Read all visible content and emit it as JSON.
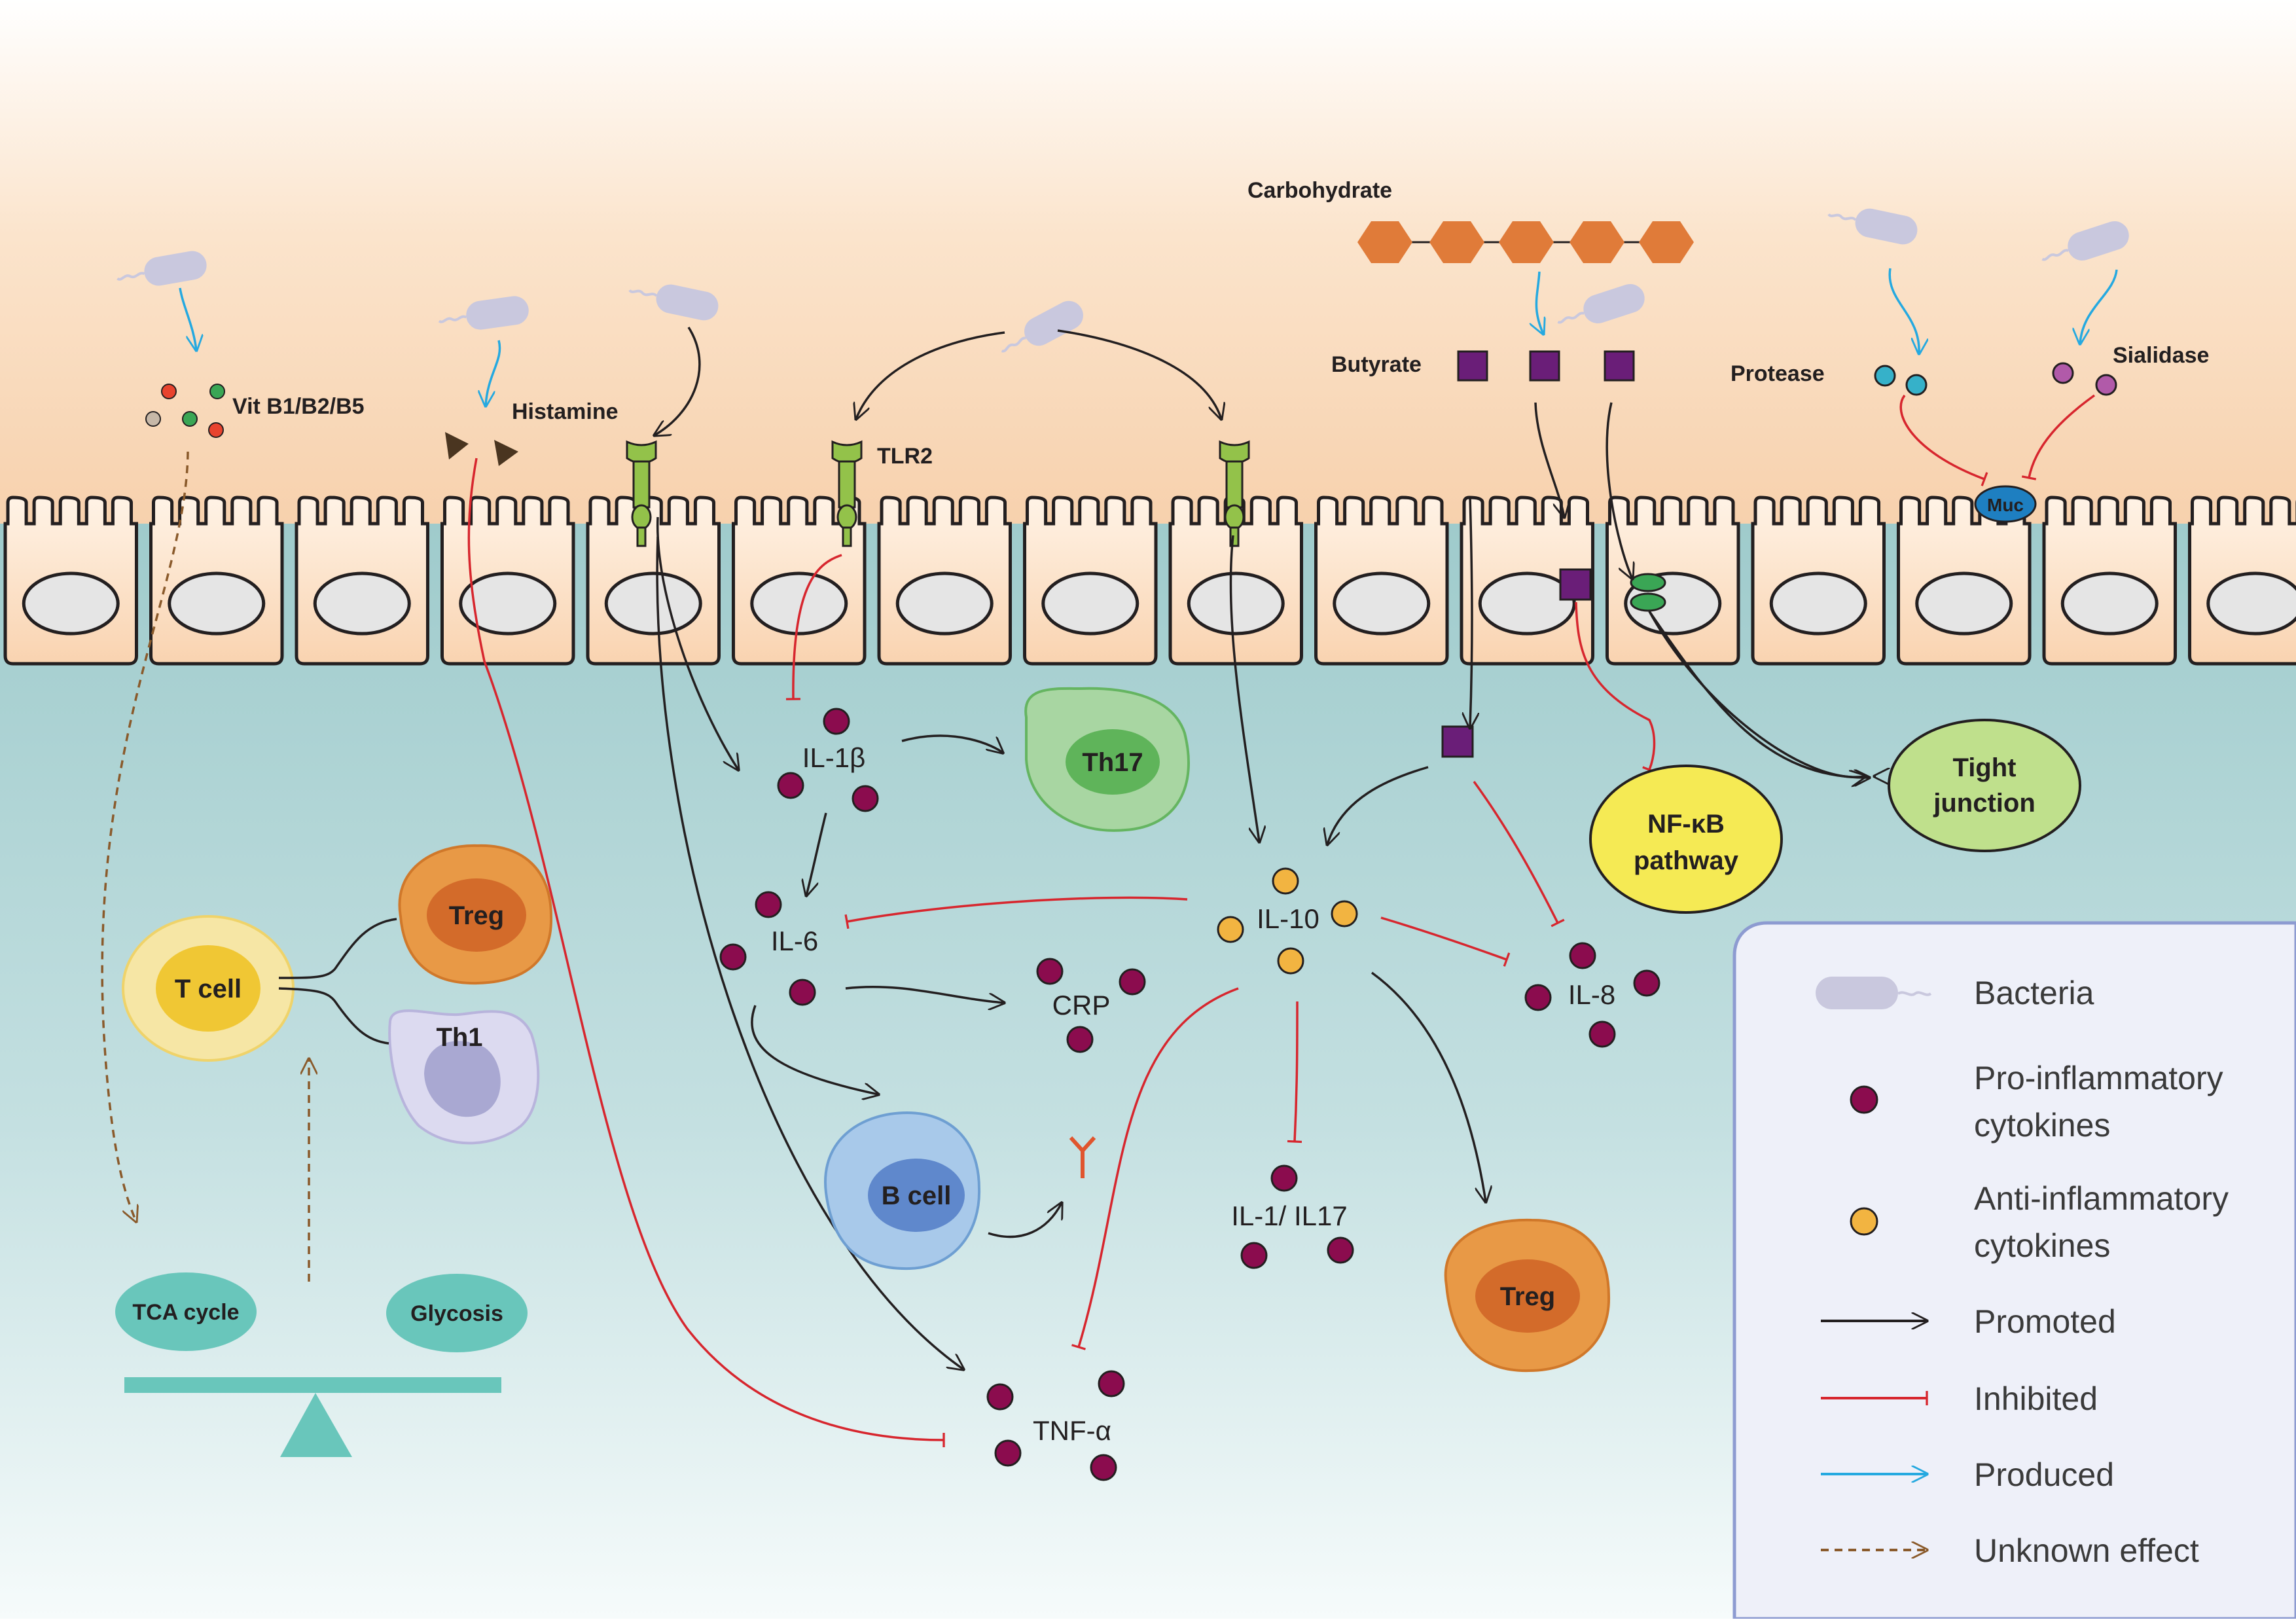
{
  "labels": {
    "vitamins": "Vit B1/B2/B5",
    "histamine": "Histamine",
    "tlr2": "TLR2",
    "carbohydrate": "Carbohydrate",
    "butyrate": "Butyrate",
    "protease": "Protease",
    "sialidase": "Sialidase",
    "muc": "Muc"
  },
  "cytokines": {
    "il1b": "IL-1β",
    "il6": "IL-6",
    "crp": "CRP",
    "il10": "IL-10",
    "il8": "IL-8",
    "il1_il17": "IL-1/ IL17",
    "tnfa": "TNF-α"
  },
  "cells": {
    "th17": "Th17",
    "treg_left": "Treg",
    "t_cell": "T cell",
    "th1": "Th1",
    "b_cell": "B cell",
    "treg_right": "Treg",
    "nfkb_line1": "NF-κB",
    "nfkb_line2": "pathway",
    "tight_line1": "Tight",
    "tight_line2": "junction"
  },
  "metabolism": {
    "tca": "TCA cycle",
    "glycosis": "Glycosis"
  },
  "legend": {
    "bacteria": "Bacteria",
    "pro_line1": "Pro-inflammatory",
    "pro_line2": "cytokines",
    "anti_line1": "Anti-inflammatory",
    "anti_line2": "cytokines",
    "promoted": "Promoted",
    "inhibited": "Inhibited",
    "produced": "Produced",
    "unknown": "Unknown effect"
  },
  "colors": {
    "pro_inflammatory": "#8b0c4e",
    "anti_inflammatory": "#f2b441",
    "promoted": "#231f20",
    "inhibited": "#d7262e",
    "produced": "#25a9e0",
    "unknown": "#8a5a2b",
    "butyrate": "#6a1e78",
    "carbohydrate": "#e07b39"
  }
}
